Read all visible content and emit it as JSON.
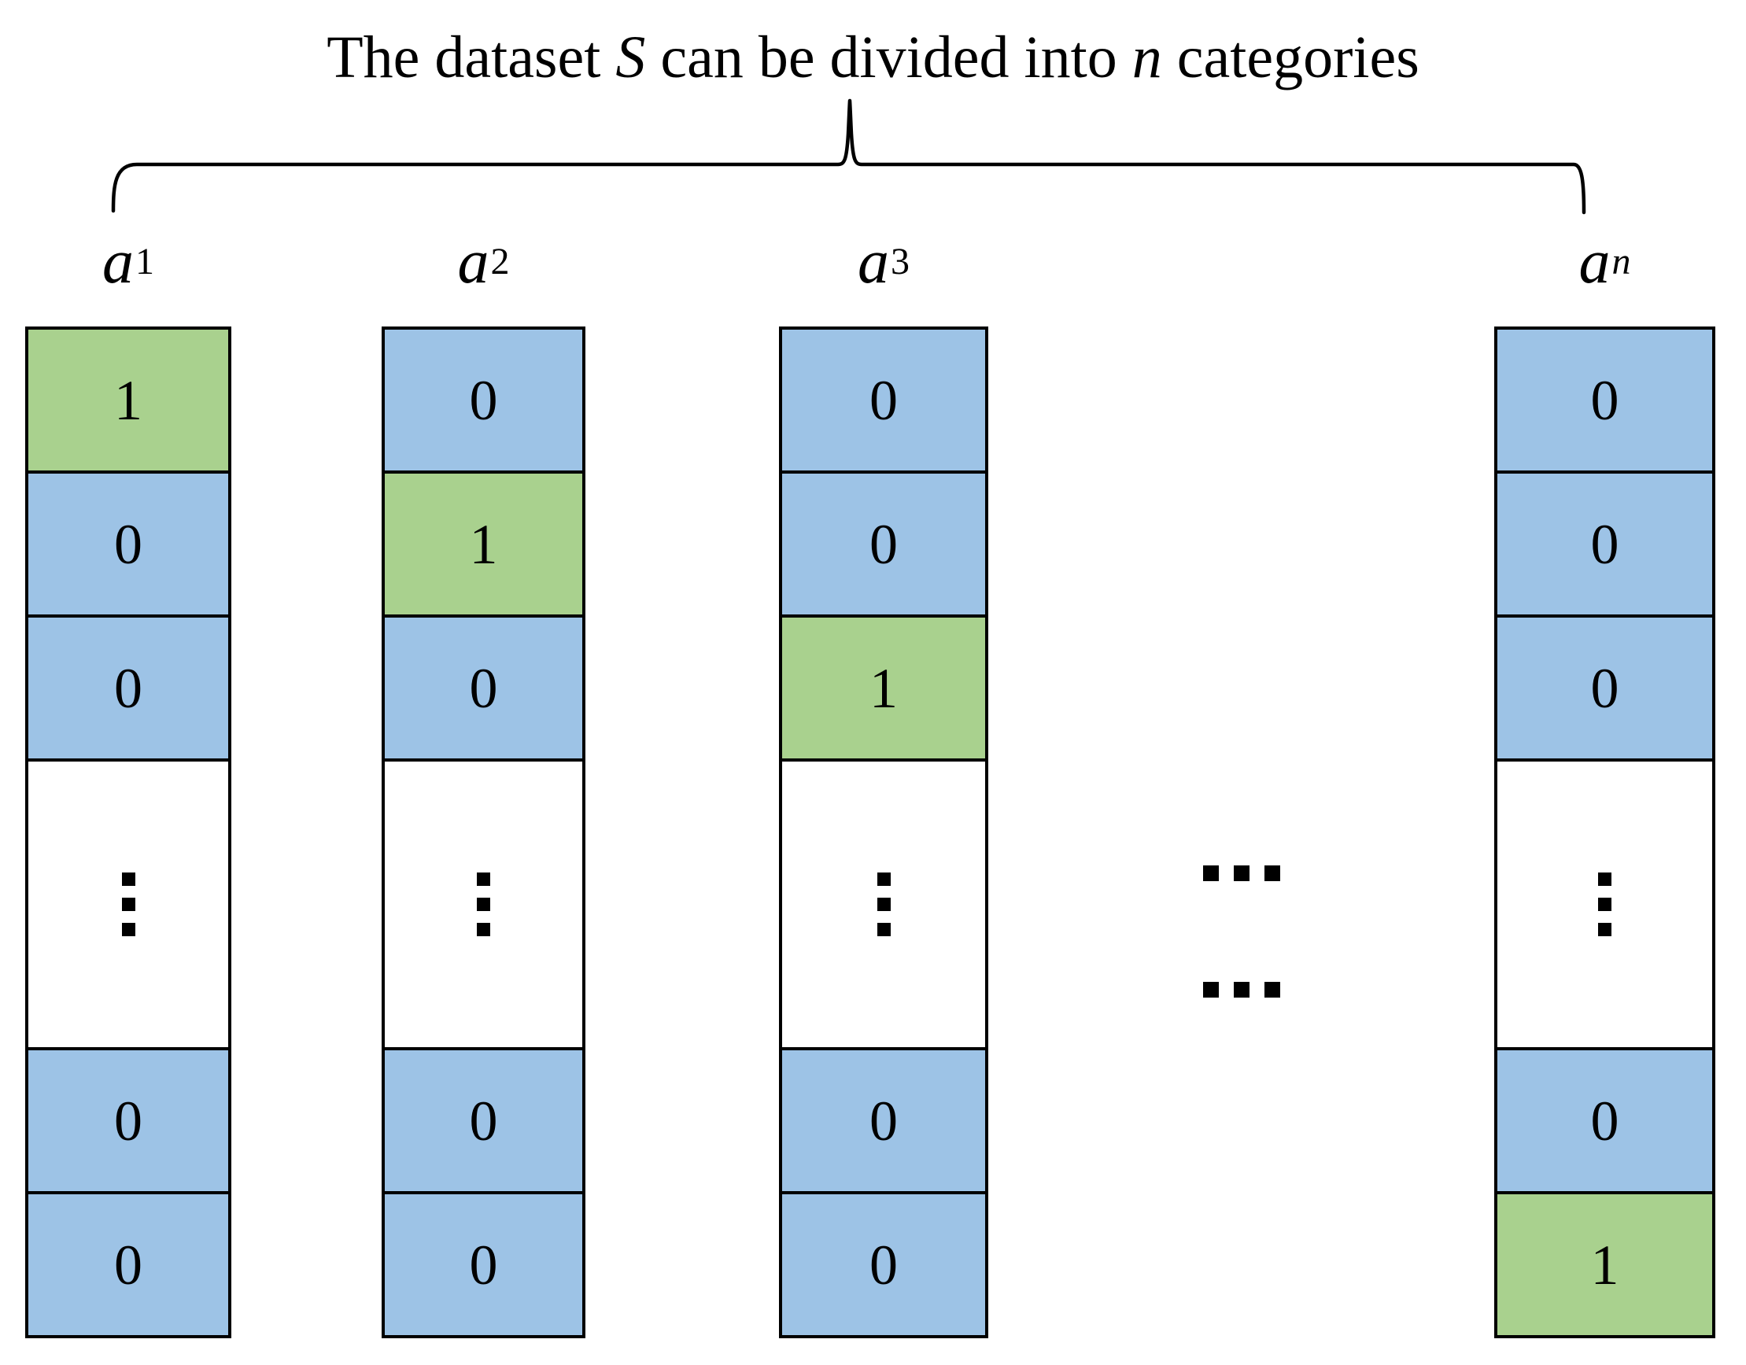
{
  "title": {
    "run1": "The dataset ",
    "run2": "S",
    "run3": " can be divided into ",
    "run4": "n",
    "run5": " categories"
  },
  "colors": {
    "one_hot_green": "#A9D18E",
    "zero_blue": "#9DC3E6",
    "border_black": "#000000",
    "canvas_white": "#FFFFFF",
    "text_black": "#000000"
  },
  "columns": [
    {
      "label_base": "a",
      "label_sub": "1",
      "label_sub_italic": "false",
      "cells": [
        {
          "value": "1",
          "variant": "one"
        },
        {
          "value": "0",
          "variant": "zero"
        },
        {
          "value": "0",
          "variant": "zero"
        },
        {
          "variant": "ellipsis",
          "icon": "vertical-ellipsis"
        },
        {
          "value": "0",
          "variant": "zero"
        },
        {
          "value": "0",
          "variant": "zero"
        }
      ]
    },
    {
      "label_base": "a",
      "label_sub": "2",
      "label_sub_italic": "false",
      "cells": [
        {
          "value": "0",
          "variant": "zero"
        },
        {
          "value": "1",
          "variant": "one"
        },
        {
          "value": "0",
          "variant": "zero"
        },
        {
          "variant": "ellipsis",
          "icon": "vertical-ellipsis"
        },
        {
          "value": "0",
          "variant": "zero"
        },
        {
          "value": "0",
          "variant": "zero"
        }
      ]
    },
    {
      "label_base": "a",
      "label_sub": "3",
      "label_sub_italic": "false",
      "cells": [
        {
          "value": "0",
          "variant": "zero"
        },
        {
          "value": "0",
          "variant": "zero"
        },
        {
          "value": "1",
          "variant": "one"
        },
        {
          "variant": "ellipsis",
          "icon": "vertical-ellipsis"
        },
        {
          "value": "0",
          "variant": "zero"
        },
        {
          "value": "0",
          "variant": "zero"
        }
      ]
    },
    {
      "label_base": "a",
      "label_sub": "n",
      "label_sub_italic": "true",
      "cells": [
        {
          "value": "0",
          "variant": "zero"
        },
        {
          "value": "0",
          "variant": "zero"
        },
        {
          "value": "0",
          "variant": "zero"
        },
        {
          "variant": "ellipsis",
          "icon": "vertical-ellipsis"
        },
        {
          "value": "0",
          "variant": "zero"
        },
        {
          "value": "1",
          "variant": "one"
        }
      ]
    }
  ],
  "separator": {
    "icon": "horizontal-ellipsis-double",
    "rows": 2,
    "dots_per_row": 3
  }
}
